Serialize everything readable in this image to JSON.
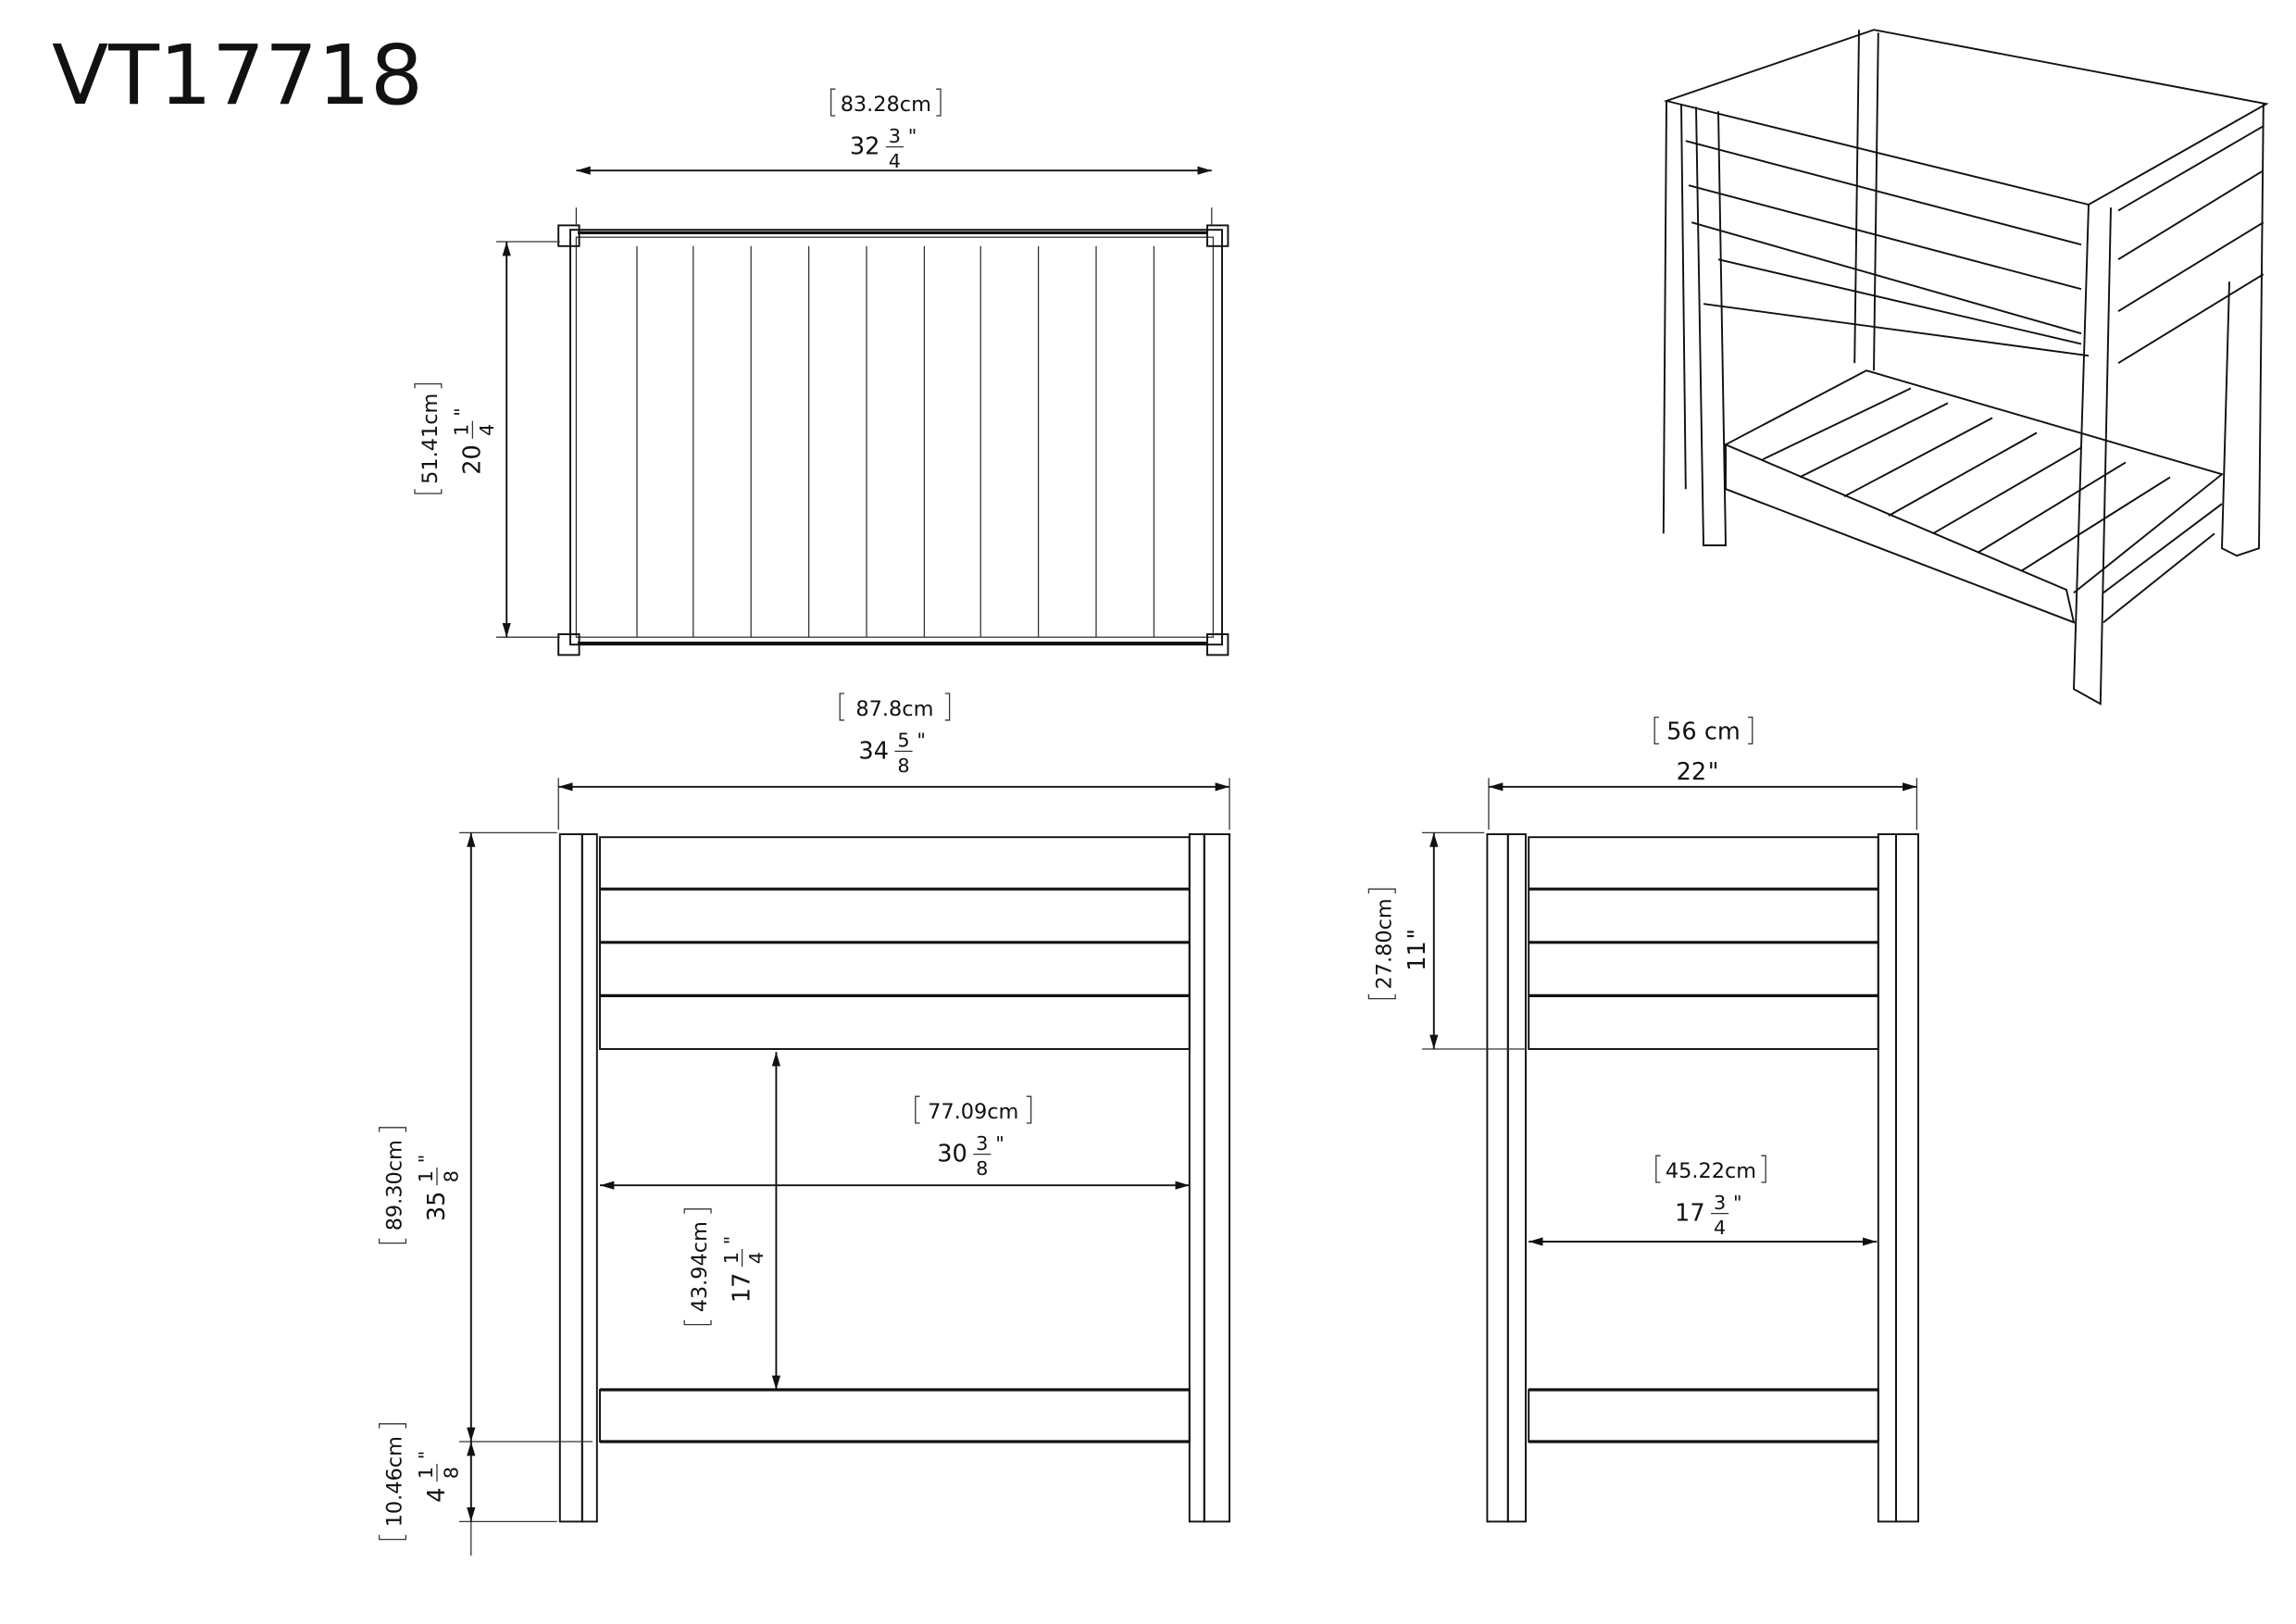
{
  "title": "VT17718",
  "dimensions": {
    "top_width": {
      "cm": "83.28cm",
      "whole": "32",
      "num": "3",
      "den": "4",
      "unit": "\""
    },
    "top_depth": {
      "cm": "51.41cm",
      "whole": "20",
      "num": "1",
      "den": "4",
      "unit": "\""
    },
    "front_width": {
      "cm": "87.8cm",
      "whole": "34",
      "num": "5",
      "den": "8",
      "unit": "\""
    },
    "front_height": {
      "cm": "89.30cm",
      "whole": "35",
      "num": "1",
      "den": "8",
      "unit": "\""
    },
    "front_clearance": {
      "cm": "10.46cm",
      "whole": "4",
      "num": "1",
      "den": "8",
      "unit": "\""
    },
    "front_inner_width": {
      "cm": "77.09cm",
      "whole": "30",
      "num": "3",
      "den": "8",
      "unit": "\""
    },
    "front_inner_height": {
      "cm": "43.94cm",
      "whole": "17",
      "num": "1",
      "den": "4",
      "unit": "\""
    },
    "side_width": {
      "cm": "56 cm",
      "whole": "22",
      "unit": "\""
    },
    "side_bed_depth": {
      "cm": "27.80cm",
      "whole": "11",
      "unit": "\""
    },
    "side_inner_width": {
      "cm": "45.22cm",
      "whole": "17",
      "num": "3",
      "den": "4",
      "unit": "\""
    }
  }
}
